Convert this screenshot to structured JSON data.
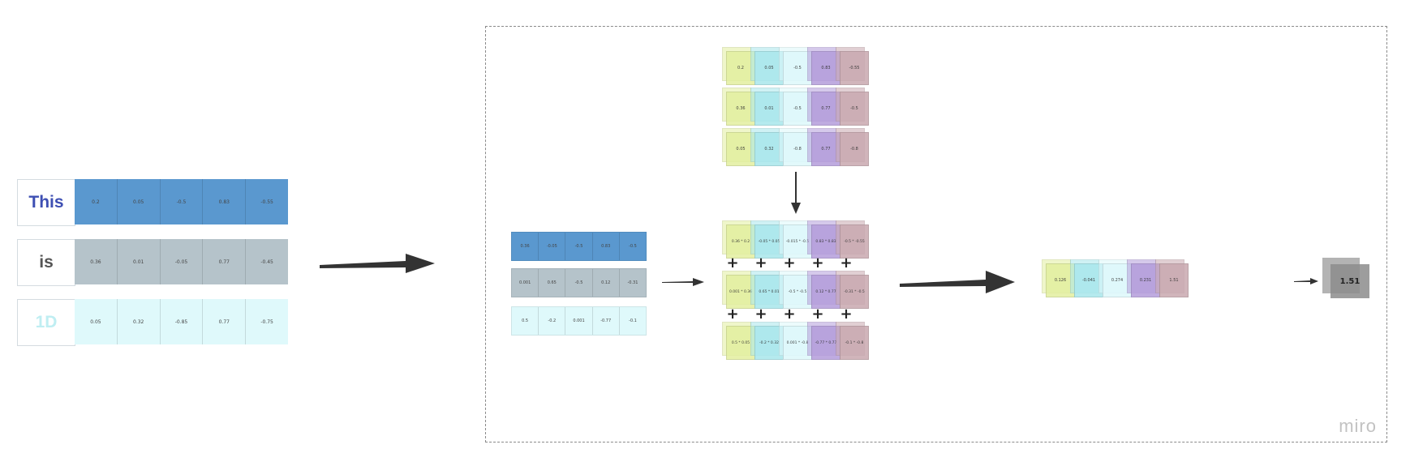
{
  "left_tokens": [
    {
      "word": "This",
      "color": "#3e4fb3",
      "row_bg": "#5a98cf",
      "values": [
        "0.2",
        "0.05",
        "-0.5",
        "0.83",
        "-0.55"
      ]
    },
    {
      "word": "is",
      "color": "#555555",
      "row_bg": "#b5c3ca",
      "values": [
        "0.36",
        "0.01",
        "-0.05",
        "0.77",
        "-0.45"
      ]
    },
    {
      "word": "1D",
      "color": "#bfeef2",
      "row_bg": "#dff9fb",
      "values": [
        "0.05",
        "0.32",
        "-0.85",
        "0.77",
        "-0.75"
      ]
    }
  ],
  "middle_rows": [
    {
      "bg": "#5a98cf",
      "values": [
        "0.36",
        "-0.05",
        "-0.5",
        "0.83",
        "-0.5"
      ]
    },
    {
      "bg": "#b5c3ca",
      "values": [
        "0.001",
        "0.65",
        "-0.5",
        "0.12",
        "-0.31"
      ]
    },
    {
      "bg": "#dff9fb",
      "values": [
        "0.5",
        "-0.2",
        "0.001",
        "-0.77",
        "-0.1"
      ]
    }
  ],
  "column_colors": [
    "#e3ef9f",
    "#a9e7ec",
    "#ddf8fb",
    "#b49ddb",
    "#c9a9b0"
  ],
  "top_stacks": [
    [
      "0.2",
      "0.05",
      "-0.5",
      "0.83",
      "-0.55"
    ],
    [
      "0.36",
      "0.01",
      "-0.5",
      "0.77",
      "-0.5"
    ],
    [
      "0.05",
      "0.32",
      "-0.8",
      "0.77",
      "-0.8"
    ]
  ],
  "products": [
    [
      "0.36 * 0.2",
      "-0.05 * 0.05",
      "-0.015 * -0.5",
      "0.83 * 0.83",
      "-0.5 * -0.55"
    ],
    [
      "0.001 * 0.36",
      "0.65 * 0.01",
      "-0.5 * -0.5",
      "0.12 * 0.77",
      "-0.31 * -0.5"
    ],
    [
      "0.5 * 0.05",
      "-0.2 * 0.32",
      "0.001 * -0.8",
      "-0.77 * 0.77",
      "-0.1 * -0.8"
    ]
  ],
  "plus_symbol": "+",
  "sums": [
    "0.126",
    "-0.041",
    "0.274",
    "0.231",
    "1.51"
  ],
  "result": "1.51",
  "watermark": "miro"
}
